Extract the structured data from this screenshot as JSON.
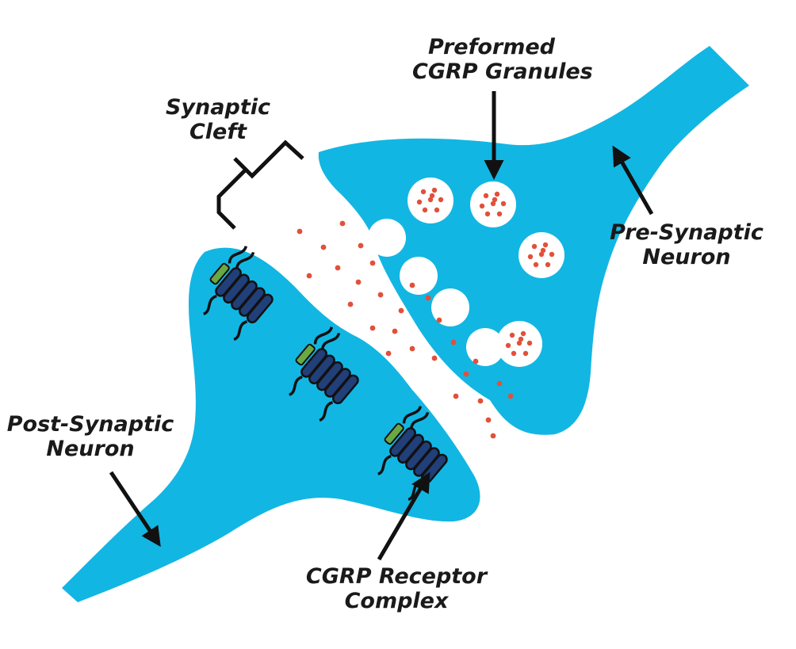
{
  "labels": {
    "granules": [
      "Preformed",
      "CGRP Granules"
    ],
    "cleft": [
      "Synaptic",
      "Cleft"
    ],
    "pre": [
      "Pre-Synaptic",
      "Neuron"
    ],
    "post": [
      "Post-Synaptic",
      "Neuron"
    ],
    "receptor": [
      "CGRP Receptor",
      "Complex"
    ]
  },
  "colors": {
    "neuron": "#12b6e3",
    "granule_dot": "#e2503a",
    "receptor_coil": "#213f78",
    "receptor_cap": "#6aa843",
    "outline": "#111111"
  }
}
